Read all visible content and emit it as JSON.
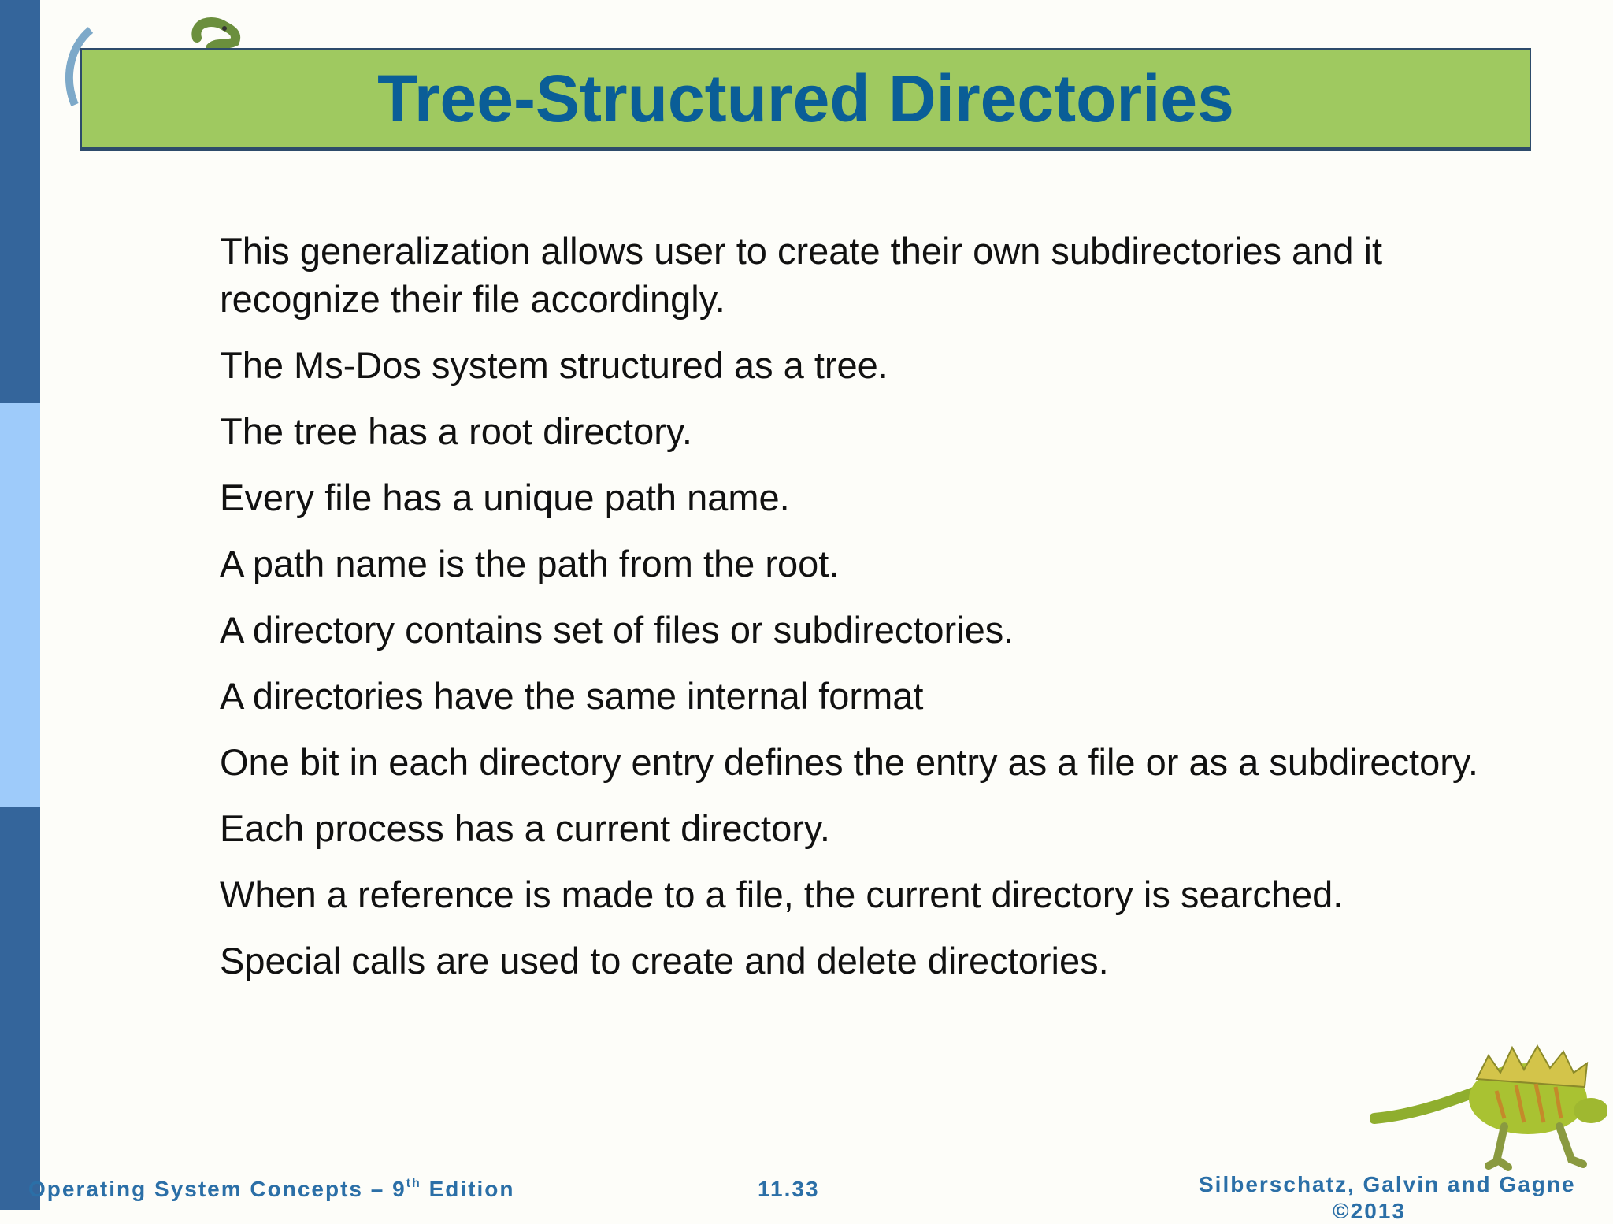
{
  "slide": {
    "title": "Tree-Structured Directories",
    "bullets": [
      "This generalization allows user to create their own subdirectories and it recognize their file accordingly.",
      "The Ms-Dos system structured as a tree.",
      "The tree has a root directory.",
      "Every file has a unique path name.",
      "A path name is the path from the root.",
      "A directory contains set of files or subdirectories.",
      "A directories have the same internal format",
      "One bit in each directory entry defines the entry as a file or as a subdirectory.",
      "Each process has a current directory.",
      "When a reference is made to a file, the current directory is searched.",
      "Special calls are used to create and delete directories."
    ]
  },
  "footer": {
    "book_prefix": "Operating System Concepts – 9",
    "book_sup": "th",
    "book_suffix": " Edition",
    "page_number": "11.33",
    "authors": "Silberschatz, Galvin and Gagne",
    "copyright": "©2013"
  },
  "colors": {
    "title_bg": "#9fc960",
    "title_text": "#0a5e97",
    "strip_dark": "#34659b",
    "strip_light": "#9ecbfa",
    "footer_text": "#2b6fa7"
  },
  "icons": {
    "top_left": "dinosaur-icon",
    "bottom_right": "dinosaur-icon"
  }
}
